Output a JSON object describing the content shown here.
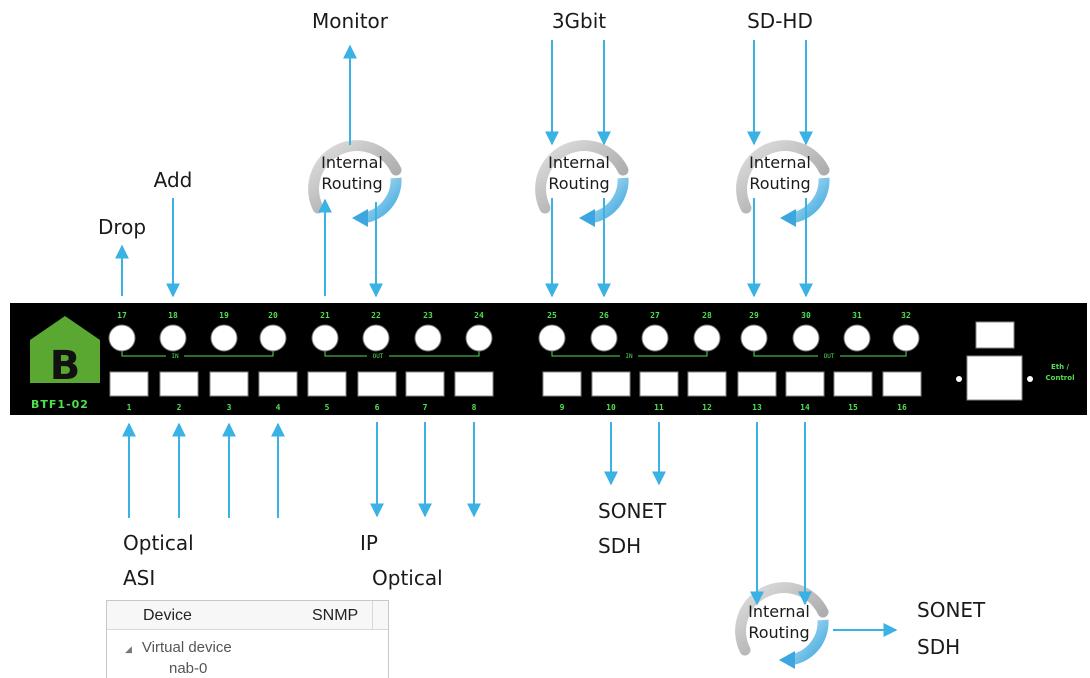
{
  "top_labels": {
    "monitor": "Monitor",
    "gbit3": "3Gbit",
    "sdhd": "SD-HD",
    "add": "Add",
    "drop": "Drop"
  },
  "routing": {
    "line1": "Internal",
    "line2": "Routing"
  },
  "bottom_labels": {
    "optical_in": "Optical",
    "asi": "ASI",
    "ip": "IP",
    "optical_out": "Optical",
    "sonet_mid": "SONET",
    "sdh_mid": "SDH",
    "sonet_right": "SONET",
    "sdh_right": "SDH"
  },
  "device": {
    "logo": "B",
    "name": "BTF1-02",
    "eth": [
      "Eth /",
      "Control"
    ],
    "in_label": "IN",
    "out_label": "OUT",
    "top_ports": [
      "17",
      "18",
      "19",
      "20",
      "21",
      "22",
      "23",
      "24",
      "25",
      "26",
      "27",
      "28",
      "29",
      "30",
      "31",
      "32"
    ],
    "bottom_ports": [
      "1",
      "2",
      "3",
      "4",
      "5",
      "6",
      "7",
      "8",
      "9",
      "10",
      "11",
      "12",
      "13",
      "14",
      "15",
      "16"
    ]
  },
  "table": {
    "col_device": "Device",
    "col_snmp": "SNMP",
    "row_virtual": "Virtual device",
    "row_nab": "nab-0"
  },
  "colors": {
    "arrow": "#3bb2e4",
    "panel": "#000000",
    "accent_green": "#4fe04f",
    "logo_green": "#5aa832"
  }
}
